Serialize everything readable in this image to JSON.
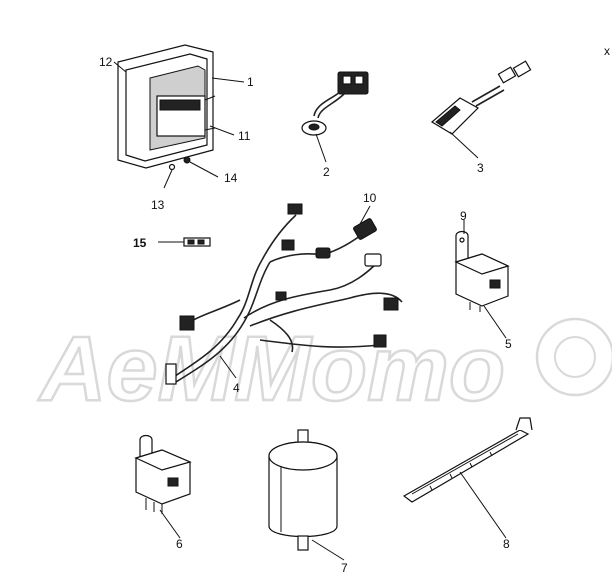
{
  "watermark": {
    "text": "AeMMomo",
    "color": "#d9d9d9"
  },
  "callouts": [
    {
      "id": "1",
      "label": "1"
    },
    {
      "id": "2",
      "label": "2"
    },
    {
      "id": "3",
      "label": "3"
    },
    {
      "id": "4",
      "label": "4"
    },
    {
      "id": "5",
      "label": "5"
    },
    {
      "id": "6",
      "label": "6"
    },
    {
      "id": "7",
      "label": "7"
    },
    {
      "id": "8",
      "label": "8"
    },
    {
      "id": "9",
      "label": "9"
    },
    {
      "id": "10",
      "label": "10"
    },
    {
      "id": "11",
      "label": "11"
    },
    {
      "id": "12",
      "label": "12"
    },
    {
      "id": "13",
      "label": "13"
    },
    {
      "id": "14",
      "label": "14"
    },
    {
      "id": "15",
      "label": "15"
    }
  ],
  "parts": [
    {
      "id": "ecu",
      "icon": "ecu-module-icon"
    },
    {
      "id": "sensor-connector",
      "icon": "sensor-connector-icon"
    },
    {
      "id": "pressure-sensor",
      "icon": "pressure-sensor-icon"
    },
    {
      "id": "wiring-harness",
      "icon": "wiring-harness-icon"
    },
    {
      "id": "relay-right",
      "icon": "relay-icon"
    },
    {
      "id": "relay-left",
      "icon": "relay-icon"
    },
    {
      "id": "fuel-filter",
      "icon": "fuel-filter-icon"
    },
    {
      "id": "cable-tie",
      "icon": "cable-tie-icon"
    },
    {
      "id": "label-tag",
      "icon": "label-tag-icon"
    }
  ],
  "corner_mark": "x"
}
